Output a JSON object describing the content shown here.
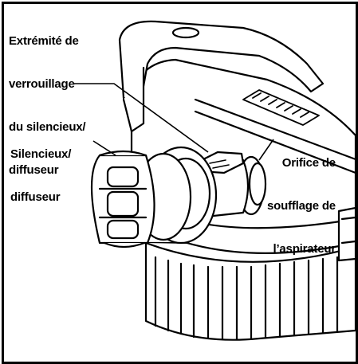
{
  "labels": {
    "lock_end": [
      "Extrémité de",
      "verrouillage",
      "du silencieux/",
      "diffuseur"
    ],
    "muffler": [
      "Silencieux/",
      "diffuseur"
    ],
    "blower_port": [
      "Orifice de",
      "soufflage de",
      "l’aspirateur"
    ]
  },
  "colors": {
    "line": "#000000",
    "background": "#ffffff"
  }
}
